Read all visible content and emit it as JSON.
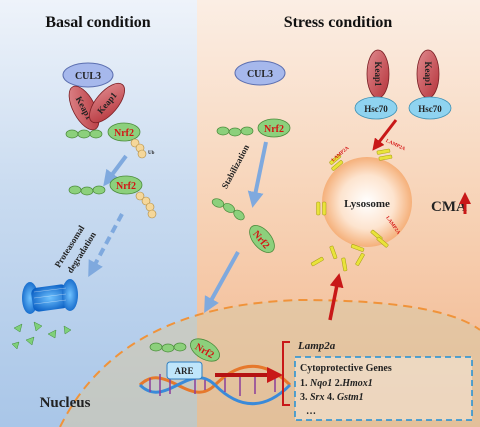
{
  "left_panel": {
    "title": "Basal condition"
  },
  "right_panel": {
    "title": "Stress condition"
  },
  "labels": {
    "cul3": "CUL3",
    "keap1": "Keap1",
    "nrf2": "Nrf2",
    "ub": "Ub",
    "hsc70": "Hsc70",
    "lamp2a_tag": "LAMP2A",
    "lysosome": "Lysosome",
    "cma": "CMA",
    "stabilization": "Stabilization",
    "proteasomal_1": "Proteasomal",
    "proteasomal_2": "degradation",
    "nucleus": "Nucleus",
    "are": "ARE",
    "lamp2a_gene": "Lamp2a"
  },
  "genes_box": {
    "title": "Cytoprotective Genes",
    "line1": [
      "1. ",
      "Nqo1",
      " 2.",
      "Hmox1"
    ],
    "line2": [
      "3. ",
      "Srx",
      "   4. ",
      "Gstm1"
    ],
    "line3": "…"
  },
  "colors": {
    "left_bg": "#a9c6e8",
    "right_bg": "#f3bd97",
    "keap1": "#c9484e",
    "nrf2": "#8cd07c",
    "cul3": "#a6b8ec",
    "hsc70": "#8fd3f0",
    "arrow_red": "#c81818",
    "arrow_blue": "#7fa9de"
  }
}
